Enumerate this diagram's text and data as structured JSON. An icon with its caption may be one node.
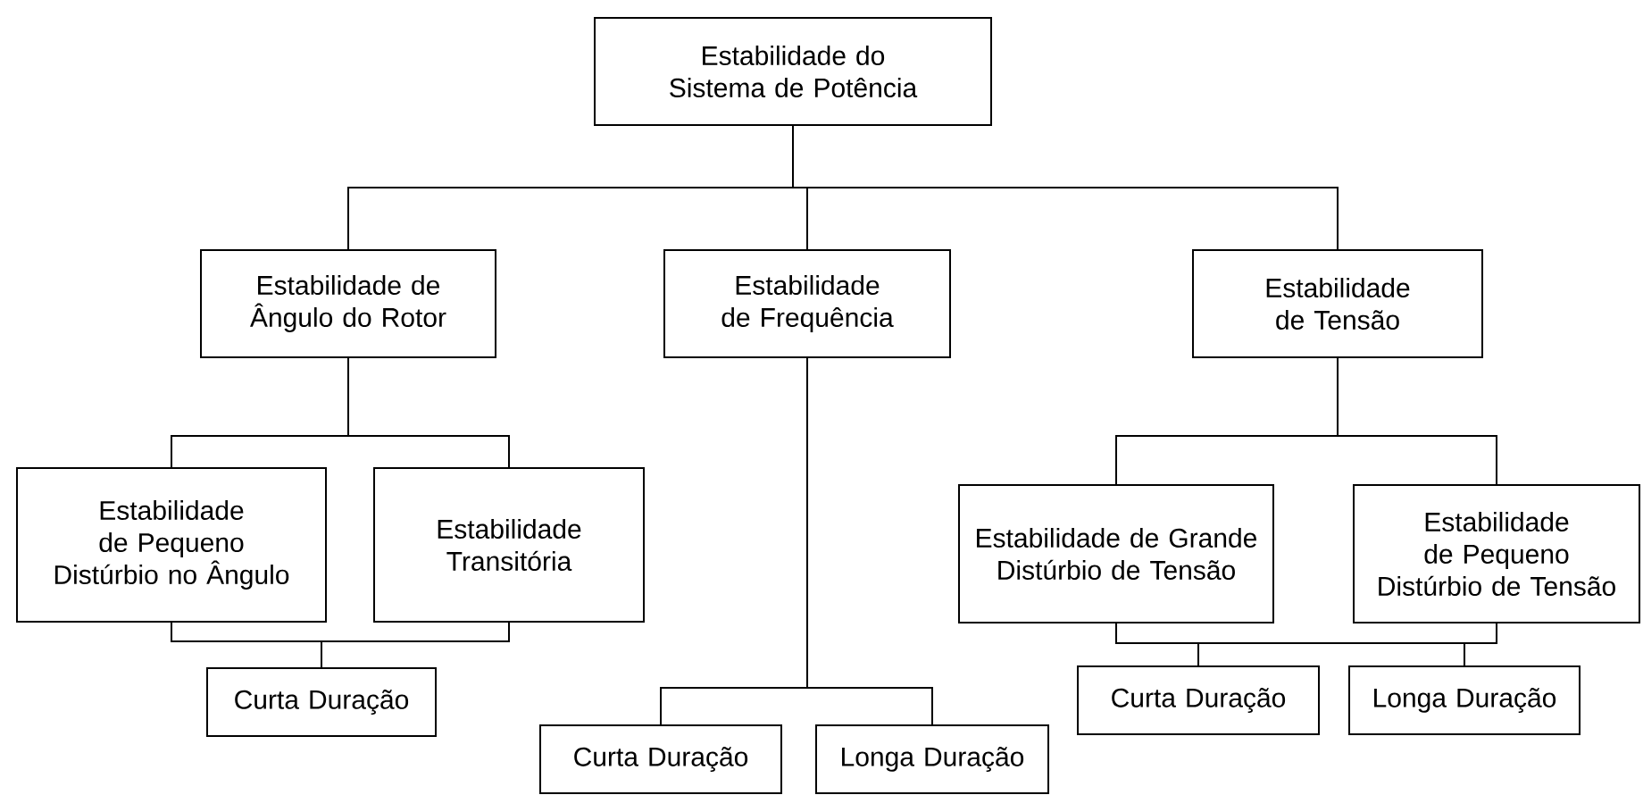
{
  "diagram": {
    "nodes": [
      {
        "text": [
          "Estabilidade do Sistema de Potência"
        ]
      },
      {
        "text": [
          "Estabilidade de Ângulo do Rotor"
        ]
      },
      {
        "text": [
          "Estabilidade de Frequência"
        ]
      },
      {
        "text": [
          "Estabilidade de Tensão"
        ]
      },
      {
        "text": [
          "Estabilidade de Pequeno Distúrbio no Ângulo"
        ]
      },
      {
        "text": [
          "Estabilidade Transitória"
        ]
      },
      {
        "text": [
          "Curta Duração"
        ]
      },
      {
        "text": [
          "Curta Duração"
        ]
      },
      {
        "text": [
          "Longa Duração"
        ]
      },
      {
        "text": [
          "Estabilidade de Grande Distúrbio de Tensão"
        ]
      },
      {
        "text": [
          "Estabilidade de Pequeno Distúrbio de Tensão"
        ]
      },
      {
        "text": [
          "Curta Duração"
        ]
      },
      {
        "text": [
          "Longa Duração"
        ]
      }
    ],
    "edges": [
      {
        "from": 0,
        "to": 1,
        "arrow": "none"
      },
      {
        "from": 0,
        "to": 2,
        "arrow": "none"
      },
      {
        "from": 0,
        "to": 3,
        "arrow": "none"
      },
      {
        "from": 1,
        "to": 4,
        "arrow": "none"
      },
      {
        "from": 1,
        "to": 5,
        "arrow": "none"
      },
      {
        "from": 4,
        "to": 6,
        "arrow": "none"
      },
      {
        "from": 5,
        "to": 6,
        "arrow": "none"
      },
      {
        "from": 2,
        "to": 7,
        "arrow": "none"
      },
      {
        "from": 2,
        "to": 8,
        "arrow": "none"
      },
      {
        "from": 3,
        "to": 9,
        "arrow": "none"
      },
      {
        "from": 3,
        "to": 10,
        "arrow": "none"
      },
      {
        "from": 9,
        "to": 11,
        "arrow": "none"
      },
      {
        "from": 9,
        "to": 12,
        "arrow": "none"
      },
      {
        "from": 10,
        "to": 11,
        "arrow": "none"
      },
      {
        "from": 10,
        "to": 12,
        "arrow": "none"
      }
    ]
  }
}
